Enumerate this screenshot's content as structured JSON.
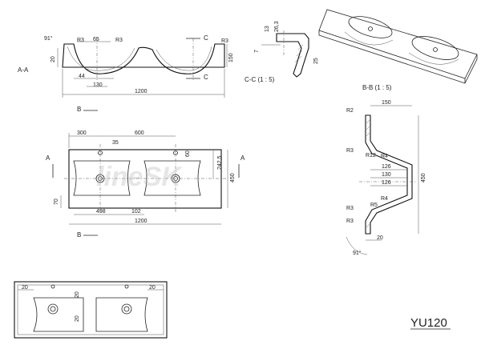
{
  "model": "YU120",
  "watermark": "lineSK",
  "section_aa": {
    "label": "A-A",
    "dims": {
      "r3_left": "R3",
      "w65": "65",
      "r3_mid": "R3",
      "r3_right": "R3",
      "angle": "91°",
      "h20": "20",
      "dia44": "44",
      "dia130": "130",
      "h150": "150",
      "w1200": "1200",
      "c_top": "C",
      "c_bot": "C"
    }
  },
  "section_cc": {
    "label": "C-C (1 : 5)",
    "dims": {
      "d13": "13",
      "d263": "26,3",
      "d7": "7",
      "d25": "25"
    }
  },
  "section_bb": {
    "label": "B-B (1 : 5)",
    "dims": {
      "w150": "150",
      "r2": "R2",
      "r3a": "R3",
      "r4a": "R4",
      "v126a": "126",
      "v130": "130",
      "v126b": "126",
      "h450": "450",
      "r4b": "R4",
      "r3b": "R3",
      "r3c": "R3",
      "w20": "20",
      "angle": "91°",
      "r5": "R5",
      "r12": "R12"
    }
  },
  "plan_view": {
    "dims": {
      "w300": "300",
      "w600": "600",
      "dia35": "35",
      "v60": "60",
      "v2425": "242,5",
      "v450": "450",
      "v70": "70",
      "w498": "498",
      "w102": "102",
      "w1200": "1200",
      "a_left": "A",
      "a_right": "A",
      "b_top": "B",
      "b_bot": "B"
    }
  },
  "bottom_view": {
    "dims": {
      "h20a": "20",
      "v20a": "20",
      "h20b": "20",
      "v20b": "20"
    }
  }
}
